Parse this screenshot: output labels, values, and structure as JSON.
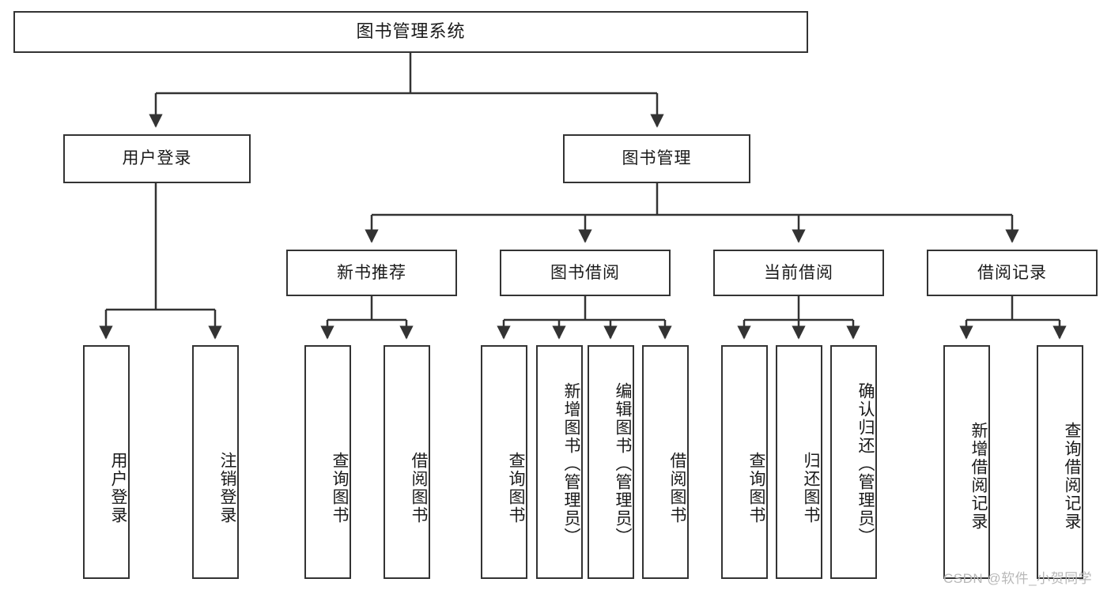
{
  "diagram": {
    "title": "图书管理系统",
    "watermark": "CSDN @软件_小贺同学",
    "colors": {
      "border": "#333333",
      "background": "#ffffff",
      "text": "#1a1a1a",
      "watermark": "#b8b8b8"
    },
    "levels": {
      "root": {
        "label": "图书管理系统"
      },
      "level2": [
        {
          "label": "用户登录"
        },
        {
          "label": "图书管理"
        }
      ],
      "level3": [
        {
          "label": "新书推荐"
        },
        {
          "label": "图书借阅"
        },
        {
          "label": "当前借阅"
        },
        {
          "label": "借阅记录"
        }
      ],
      "leaves": {
        "user_login": [
          {
            "label": "用户登录"
          },
          {
            "label": "注销登录"
          }
        ],
        "new_book_recommend": [
          {
            "label": "查询图书"
          },
          {
            "label": "借阅图书"
          }
        ],
        "book_borrow": [
          {
            "label": "查询图书"
          },
          {
            "label": "新增图书（管理员）"
          },
          {
            "label": "编辑图书（管理员）"
          },
          {
            "label": "借阅图书"
          }
        ],
        "current_borrow": [
          {
            "label": "查询图书"
          },
          {
            "label": "归还图书"
          },
          {
            "label": "确认归还（管理员）"
          }
        ],
        "borrow_record": [
          {
            "label": "新增借阅记录"
          },
          {
            "label": "查询借阅记录"
          }
        ]
      }
    }
  }
}
